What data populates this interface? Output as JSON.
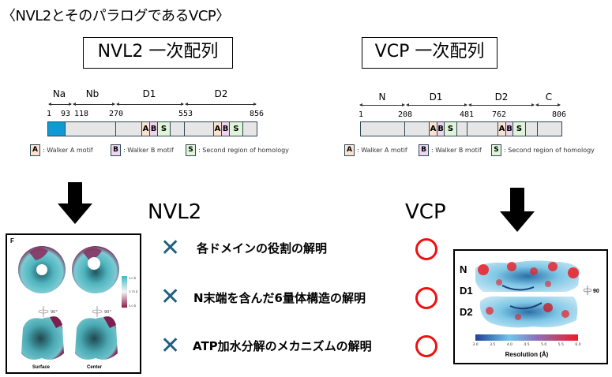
{
  "slide_title": "〈NVL2とそのパラログであるVCP〉",
  "nvl2_sequence": {
    "title": "NVL2 一次配列",
    "length": 856,
    "domains": [
      {
        "label": "Na",
        "start": 1,
        "end": 93
      },
      {
        "label": "Nb",
        "start": 118,
        "end": 270
      },
      {
        "label": "D1",
        "start": 270,
        "end": 553
      },
      {
        "label": "D2",
        "start": 553,
        "end": 856
      }
    ],
    "positions": [
      "1",
      "93",
      "118",
      "270",
      "553",
      "856"
    ],
    "motifs_d1": [
      "A",
      "B",
      "S"
    ],
    "motifs_d2": [
      "A",
      "B",
      "S"
    ],
    "highlight_color": "#0f9ad6"
  },
  "vcp_sequence": {
    "title": "VCP 一次配列",
    "length": 806,
    "domains": [
      {
        "label": "N",
        "start": 1,
        "end": 208
      },
      {
        "label": "D1",
        "start": 208,
        "end": 481
      },
      {
        "label": "D2",
        "start": 481,
        "end": 762
      },
      {
        "label": "C",
        "start": 762,
        "end": 806
      }
    ],
    "positions": [
      "1",
      "208",
      "481",
      "762",
      "806"
    ],
    "motifs_d1": [
      "A",
      "B",
      "S"
    ],
    "motifs_d2": [
      "A",
      "B",
      "S"
    ]
  },
  "legend": {
    "a_key": "A",
    "a_label": ": Walker A motif",
    "b_key": "B",
    "b_label": ": Walker B motif",
    "s_key": "S",
    "s_label": ": Second region of homology"
  },
  "comparison": {
    "nvl2_label": "NVL2",
    "vcp_label": "VCP",
    "nvl2_mark": "✕",
    "rows": [
      {
        "text": "各ドメインの役割の解明",
        "nvl2": "cross",
        "vcp": "circle"
      },
      {
        "text": "N末端を含んだ6量体構造の解明",
        "nvl2": "cross",
        "vcp": "circle"
      },
      {
        "text": "ATP加水分解のメカニズムの解明",
        "nvl2": "cross",
        "vcp": "circle"
      }
    ],
    "cross_color": "#1f5f7f",
    "circle_color": "#ee1111"
  },
  "nvl2_structure": {
    "panel_letter": "F",
    "rotation": "90°",
    "scale_labels": [
      "3.0 Å",
      "3.75 Å",
      "5.0 Å"
    ],
    "captions": [
      "Surface",
      "Center"
    ],
    "colors": {
      "high": "#3fb8c4",
      "mid": "#f2f2f2",
      "low": "#8a1b4e"
    }
  },
  "vcp_structure": {
    "domain_labels": [
      "N",
      "D1",
      "D2"
    ],
    "rotation": "90",
    "colorbar_ticks": [
      "3.0",
      "3.5",
      "4.0",
      "4.5",
      "5.0",
      "5.5",
      "6.0"
    ],
    "colorbar_title": "Resolution (Å)",
    "colors": {
      "low": "#1f3f9f",
      "mid": "#6ec6ea",
      "high": "#ee1b24"
    }
  }
}
